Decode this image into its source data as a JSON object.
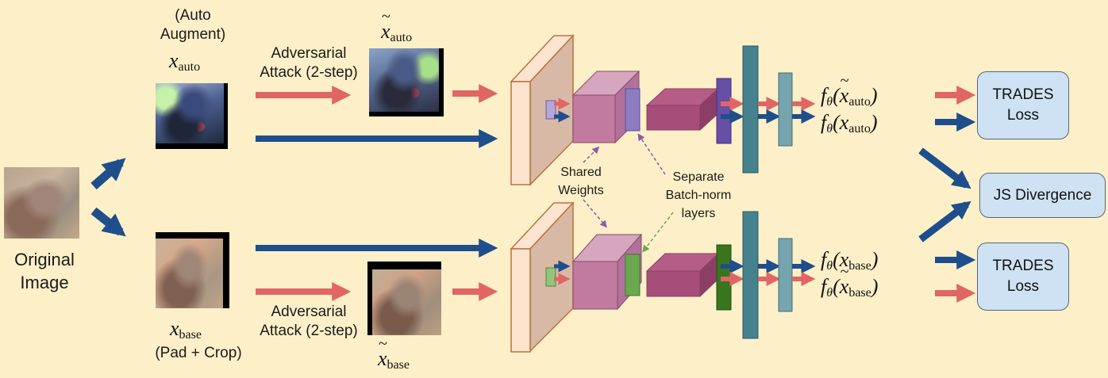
{
  "labels": {
    "auto_augment": "(Auto\nAugment)",
    "adversarial_attack": "Adversarial\nAttack (2-step)",
    "original_image": "Original\nImage",
    "pad_crop": "(Pad + Crop)",
    "shared_weights": "Shared\nWeights",
    "separate_bn": "Separate\nBatch-norm\nlayers"
  },
  "math": {
    "x_auto": "auto",
    "x_tilde_auto": "auto",
    "x_base": "base",
    "x_tilde_base": "base",
    "f_tilde_auto": "auto",
    "f_auto": "auto",
    "f_base": "base",
    "f_tilde_base": "base"
  },
  "boxes": {
    "trades_top": "TRADES\nLoss",
    "js_divergence": "JS Divergence",
    "trades_bottom": "TRADES\nLoss"
  },
  "colors": {
    "background": "#fdf0c8",
    "adversarial_arrow": "#e06666",
    "clean_arrow": "#1f4e8c",
    "loss_box": "#cfe2f3",
    "conv_block": "#c27ba0",
    "bn_top": "#8e7cc3",
    "bn_bottom": "#6aa84f",
    "fc_layer": "#45818e"
  }
}
